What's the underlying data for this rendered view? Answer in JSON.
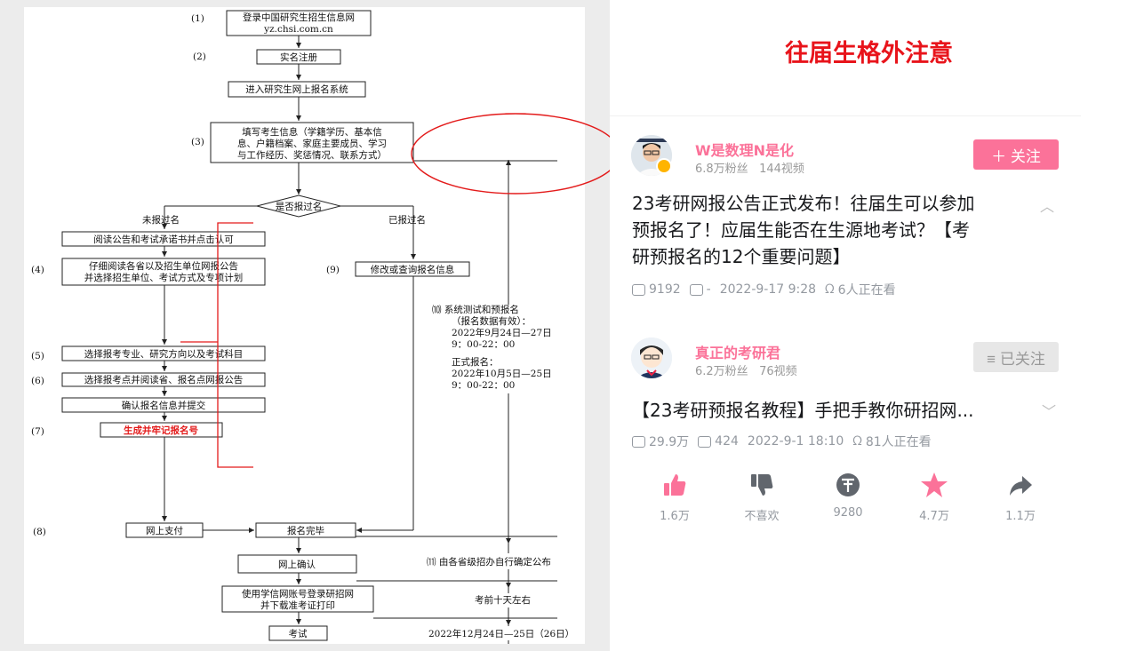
{
  "flowchart": {
    "steps": {
      "s1_num": "(1)",
      "s1_line1": "登录中国研究生招生信息网",
      "s1_line2": "yz.chsi.com.cn",
      "s2_num": "(2)",
      "s2": "实名注册",
      "s2b": "进入研究生网上报名系统",
      "s3_num": "(3)",
      "s3_line1": "填写考生信息（学籍学历、基本信",
      "s3_line2": "息、户籍档案、家庭主要成员、学习",
      "s3_line3": "与工作经历、奖惩情况、联系方式）",
      "decision": "是否报过名",
      "left_branch": "未报过名",
      "right_branch": "已报过名",
      "read_notice": "阅读公告和考试承诺书并点击认可",
      "s4_num": "(4)",
      "s4_line1": "仔细阅读各省以及招生单位网报公告",
      "s4_line2": "并选择招生单位、考试方式及专项计划",
      "s9_num": "(9)",
      "s9": "修改或查询报名信息",
      "s5_num": "(5)",
      "s5": "选择报考专业、研究方向以及考试科目",
      "s6_num": "(6)",
      "s6": "选择报考点并阅读省、报名点网报公告",
      "confirm": "确认报名信息并提交",
      "s7_num": "(7)",
      "s7": "生成并牢记报名号",
      "s8_num": "(8)",
      "pay": "网上支付",
      "done": "报名完毕",
      "online_confirm": "网上确认",
      "print_line1": "使用学信网账号登录研招网",
      "print_line2": "并下载准考证打印",
      "exam": "考试"
    },
    "timeline": {
      "s10_line1": "⑽ 系统测试和预报名",
      "s10_line2": "（报名数据有效）：",
      "s10_line3": "2022年9月24日—27日",
      "s10_line4": "9：00-22：00",
      "formal_line1": "正式报名：",
      "formal_line2": "2022年10月5日—25日",
      "formal_line3": "9：00-22：00",
      "s11": "⑾ 由各省级招办自行确定公布",
      "before_exam": "考前十天左右",
      "exam_date": "2022年12月24日—25日（26日）"
    }
  },
  "notice_title": "往届生格外注意",
  "videos": [
    {
      "uploader": "W是数理N是化",
      "fans": "6.8万粉丝",
      "video_count": "144视频",
      "follow_label": "＋ 关注",
      "title_line1": "23考研网报公告正式发布！往届生可以参加",
      "title_line2": "预报名了！应届生能否在生源地考试？【考",
      "title_line3": "研预报名的12个重要问题】",
      "plays": "9192",
      "danmaku": "-",
      "date": "2022-9-17 9:28",
      "watching": "6人正在看",
      "chevron": "︿"
    },
    {
      "uploader": "真正的考研君",
      "fans": "6.2万粉丝",
      "video_count": "76视频",
      "follow_label": "≡ 已关注",
      "title": "【23考研预报名教程】手把手教你研招网...",
      "plays": "29.9万",
      "danmaku": "424",
      "date": "2022-9-1 18:10",
      "watching": "81人正在看",
      "chevron": "﹀"
    }
  ],
  "actions": [
    {
      "label": "1.6万",
      "icon": "thumbs-up-icon"
    },
    {
      "label": "不喜欢",
      "icon": "thumbs-down-icon"
    },
    {
      "label": "9280",
      "icon": "coin-icon"
    },
    {
      "label": "4.7万",
      "icon": "star-icon"
    },
    {
      "label": "1.1万",
      "icon": "share-icon"
    }
  ],
  "colors": {
    "accent_pink": "#fb7299",
    "notice_red": "#e8141b",
    "annotation_red": "#e31b1b"
  }
}
